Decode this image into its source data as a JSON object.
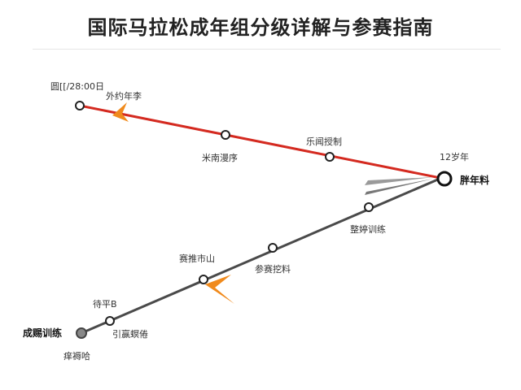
{
  "title": "国际马拉松成年组分级详解与参赛指南",
  "colors": {
    "red_line": "#d42a20",
    "dark_line": "#4a4a4a",
    "arrow_orange": "#f08a1c",
    "arrow_dark": "#222222",
    "node_fill": "#ffffff",
    "gray_node": "#888888"
  },
  "upper_route": {
    "start_label": "圆[[/28:00日",
    "label_1": "外约年李",
    "label_2": "米南漫序",
    "label_3": "乐闻授制"
  },
  "junction": {
    "top_label": "12岁年",
    "side_label": "胖年料"
  },
  "lower_route": {
    "label_1": "整婷训练",
    "label_2": "参赛挖料",
    "label_3": "赛推市山",
    "label_4": "待平B",
    "label_5": "引赢螟倦",
    "end_label": "成赐训练",
    "below_end_label": "痒褥哈"
  },
  "icons": [
    "orange-arrow-icon",
    "dark-arrow-icon",
    "streak-arrow-icon"
  ]
}
